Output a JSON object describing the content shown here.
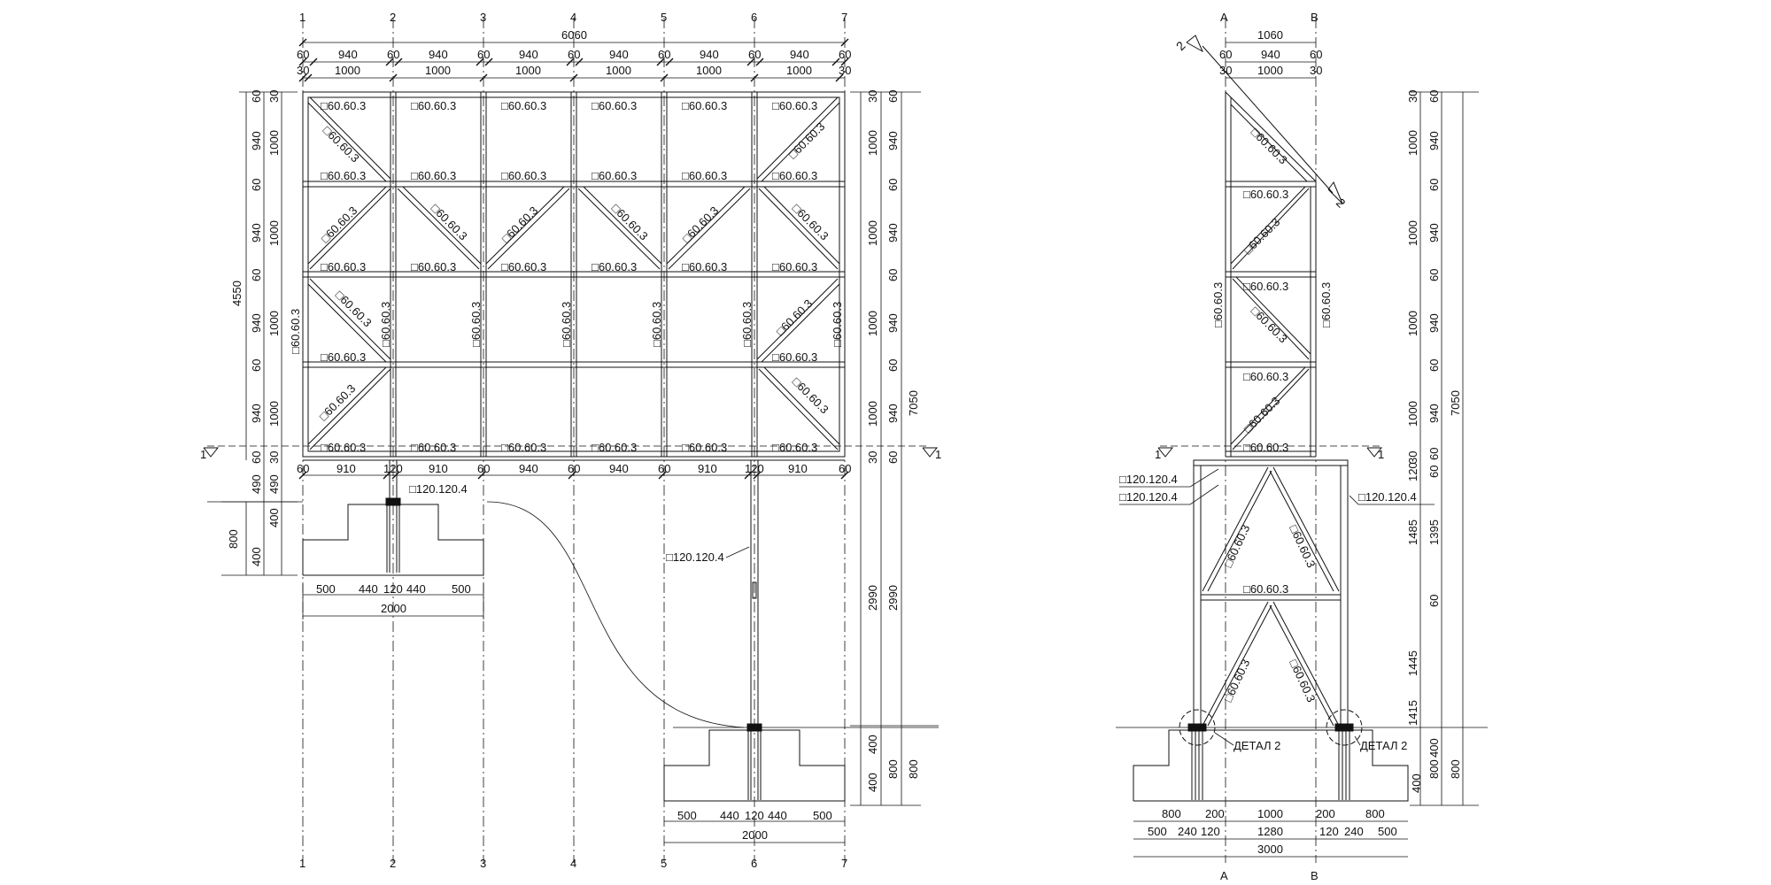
{
  "front_view": {
    "grid_axes": [
      "1",
      "2",
      "3",
      "4",
      "5",
      "6",
      "7"
    ],
    "overall_width": "6060",
    "top_dims_row1": [
      "60",
      "940",
      "60",
      "940",
      "60",
      "940",
      "60",
      "940",
      "60",
      "940",
      "60",
      "940",
      "60"
    ],
    "top_dims_row2": [
      "30",
      "1000",
      "1000",
      "1000",
      "1000",
      "1000",
      "1000",
      "30"
    ],
    "bottom_frame_dims": [
      "60",
      "910",
      "120",
      "910",
      "60",
      "940",
      "60",
      "940",
      "60",
      "910",
      "120",
      "910",
      "60"
    ],
    "left_dims_inner": [
      "60",
      "940",
      "60",
      "940",
      "60",
      "940",
      "60",
      "940",
      "60"
    ],
    "left_dims_outer": [
      "30",
      "1000",
      "1000",
      "1000",
      "1000",
      "30"
    ],
    "left_total": "4550",
    "left_lower_dims": [
      "490",
      "490",
      "400",
      "400",
      "800"
    ],
    "right_dims_inner": [
      "30",
      "1000",
      "1000",
      "1000",
      "1000",
      "30"
    ],
    "right_dims_mid": [
      "60",
      "940",
      "60",
      "940",
      "60",
      "940",
      "60",
      "940",
      "60"
    ],
    "right_lower_dims": [
      "2990",
      "2990",
      "400",
      "400",
      "800",
      "800"
    ],
    "right_total": "7050",
    "level_marker": "1",
    "profile_small": "□60.60.3",
    "profile_post": "□120.120.4",
    "footing_dims": [
      "500",
      "440",
      "120",
      "440",
      "500"
    ],
    "footing_total": "2000"
  },
  "side_view": {
    "grid_axes": [
      "A",
      "B"
    ],
    "top_total": "1060",
    "top_dims_row1": [
      "60",
      "940",
      "60"
    ],
    "top_dims_row2": [
      "30",
      "1000",
      "30"
    ],
    "section_marker": "2",
    "level_marker": "1",
    "profile_small": "□60.60.3",
    "profile_post": "□120.120.4",
    "right_dims_a": [
      "30",
      "1000",
      "1000",
      "1000",
      "1000",
      "30",
      "120",
      "1485",
      "1445",
      "1415"
    ],
    "right_dims_b": [
      "60",
      "940",
      "60",
      "940",
      "60",
      "940",
      "60",
      "940",
      "60",
      "60",
      "1395",
      "60",
      "400",
      "400"
    ],
    "right_dims_c": [
      "800",
      "800"
    ],
    "right_total": "7050",
    "detail_label": "ДЕТАЛ 2",
    "bottom_dims_row1": [
      "800",
      "200",
      "1000",
      "200",
      "800"
    ],
    "bottom_dims_row2": [
      "500",
      "240",
      "120",
      "1280",
      "120",
      "240",
      "500"
    ],
    "bottom_total": "3000"
  }
}
